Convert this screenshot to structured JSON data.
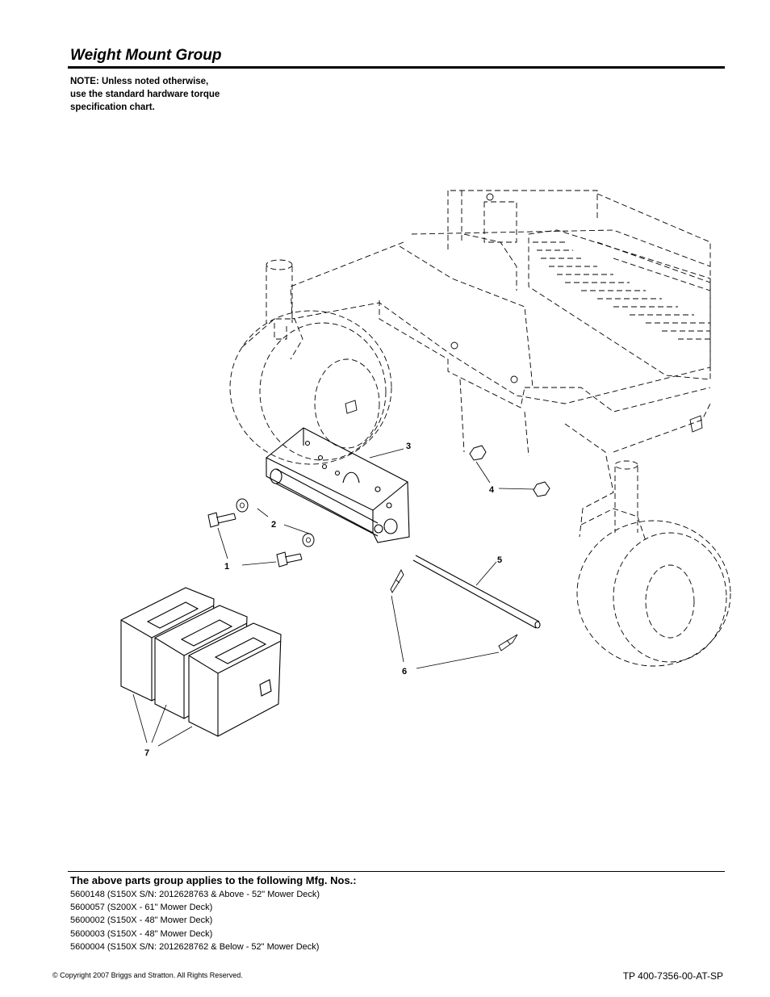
{
  "page": {
    "title": "Weight Mount Group",
    "note_lines": [
      "NOTE: Unless noted otherwise,",
      "use the standard hardware torque",
      "specification chart."
    ]
  },
  "diagram": {
    "callouts": [
      "1",
      "2",
      "3",
      "4",
      "5",
      "6",
      "7"
    ]
  },
  "footer": {
    "applies_heading": "The above parts group applies to the following Mfg. Nos.:",
    "mfg_numbers": [
      "5600148 (S150X S/N: 2012628763 & Above - 52\" Mower Deck)",
      "5600057 (S200X - 61\" Mower Deck)",
      "5600002 (S150X  - 48\" Mower Deck)",
      "5600003 (S150X  - 48\" Mower Deck)",
      "5600004 (S150X S/N: 2012628762 & Below - 52\" Mower Deck)"
    ],
    "copyright": "© Copyright  2007 Briggs and Stratton. All Rights Reserved.",
    "doc_number": "TP 400-7356-00-AT-SP"
  }
}
